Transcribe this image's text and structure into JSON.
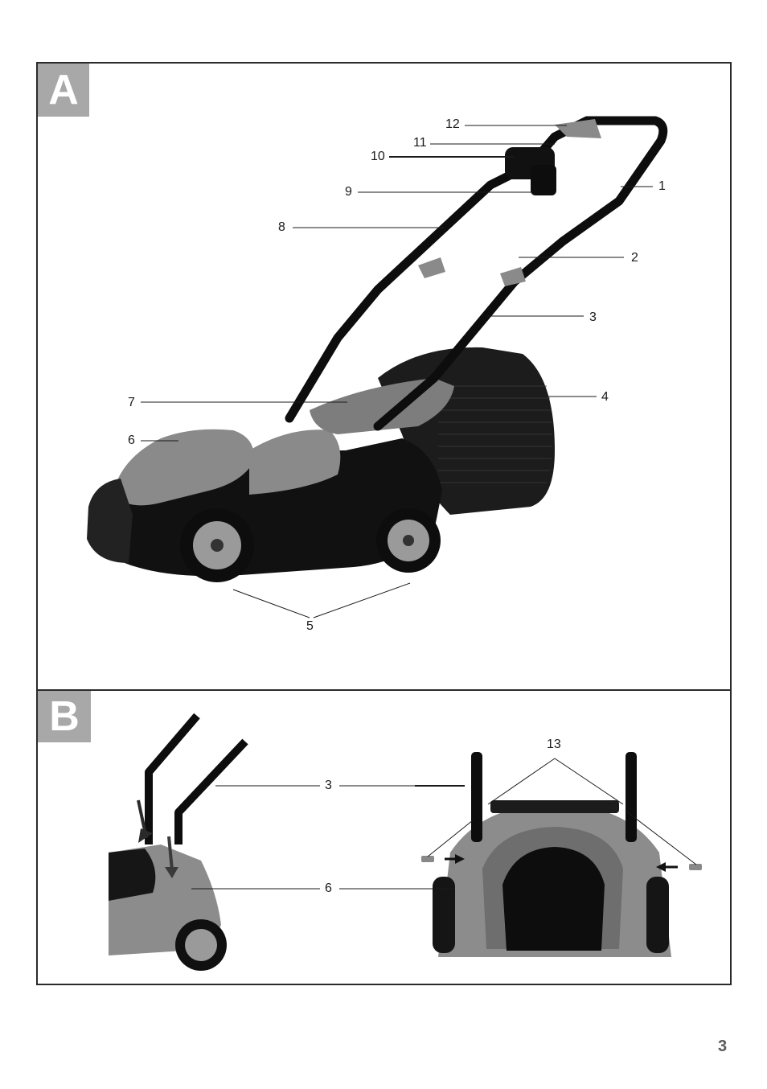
{
  "panel_a": {
    "badge": "A",
    "callouts": {
      "c1": "1",
      "c2": "2",
      "c3": "3",
      "c4": "4",
      "c5": "5",
      "c6": "6",
      "c7": "7",
      "c8": "8",
      "c9": "9",
      "c10": "10",
      "c11": "11",
      "c12": "12"
    }
  },
  "panel_b": {
    "badge": "B",
    "callouts": {
      "c3": "3",
      "c6": "6",
      "c13": "13"
    }
  },
  "page_number": "3"
}
